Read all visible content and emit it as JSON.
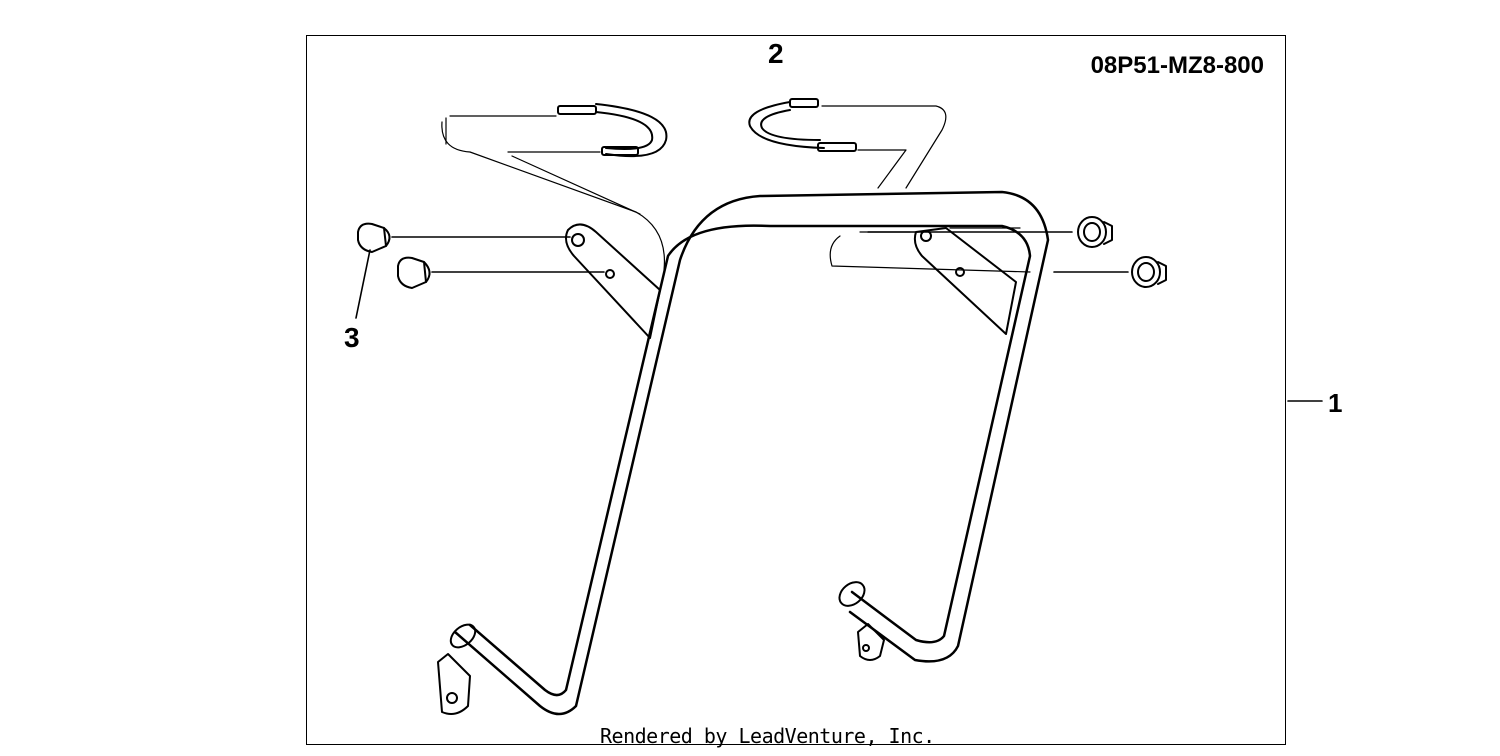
{
  "diagram": {
    "part_number": "08P51-MZ8-800",
    "callouts": [
      "1",
      "2",
      "3"
    ],
    "watermark": "Rendered by LeadVenture, Inc.",
    "colors": {
      "line": "#000000",
      "background": "#ffffff"
    },
    "icons": [
      "u-bolt-clamp-icon",
      "flange-nut-icon",
      "cap-nut-icon",
      "guard-bar-icon"
    ]
  }
}
